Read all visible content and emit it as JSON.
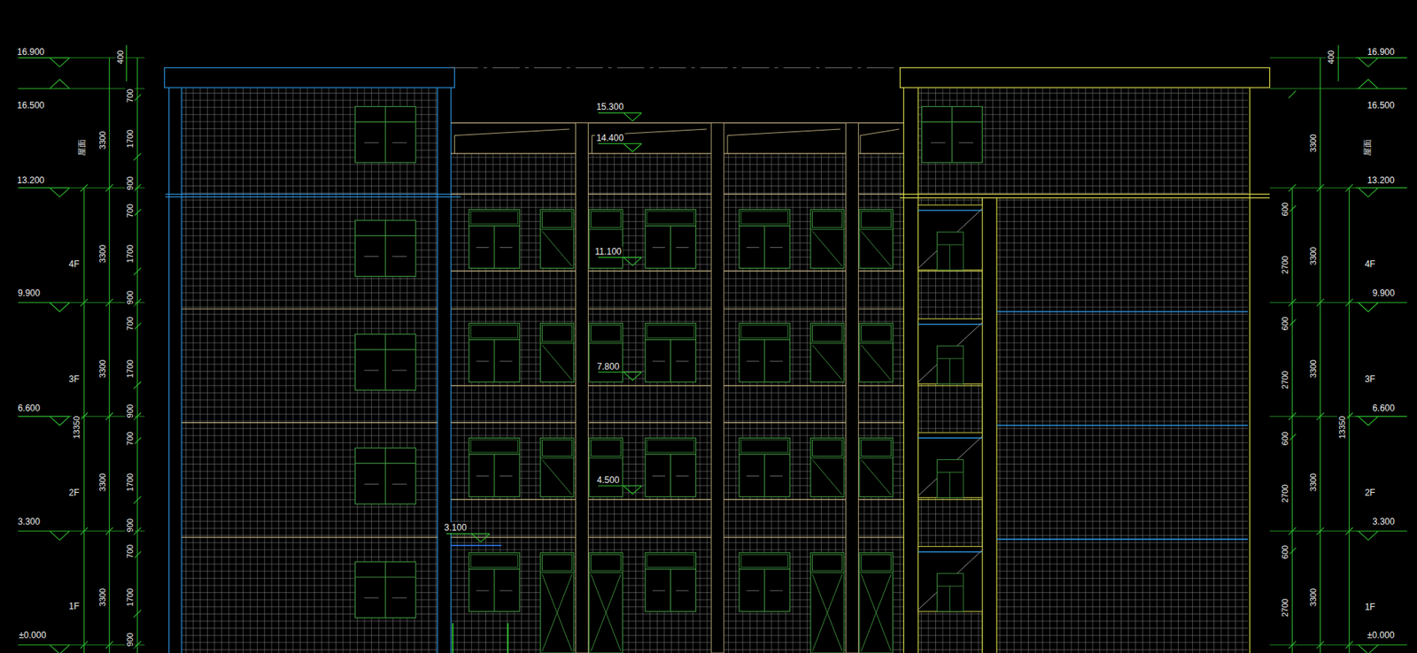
{
  "diagram": {
    "labels": [
      "16.900",
      "400",
      "16.500",
      "700",
      "3300",
      "1700",
      "屋面",
      "13.200",
      "900",
      "700",
      "3300",
      "1700",
      "4F",
      "9.900",
      "900",
      "700",
      "3300",
      "1700",
      "3F",
      "6.600",
      "900",
      "13350",
      "700",
      "3300",
      "1700",
      "2F",
      "3.300",
      "900",
      "700",
      "3300",
      "1700",
      "1F",
      "±0.000",
      "900",
      "15.300",
      "14.400",
      "11.100",
      "7.800",
      "4.500",
      "3.100",
      "16.900",
      "400",
      "16.500",
      "3300",
      "屋面",
      "13.200",
      "600",
      "3300",
      "2700",
      "4F",
      "9.900",
      "600",
      "3300",
      "2700",
      "3F",
      "6.600",
      "13350",
      "600",
      "3300",
      "2700",
      "2F",
      "3.300",
      "600",
      "3300",
      "2700",
      "1F",
      "±0.000"
    ]
  }
}
